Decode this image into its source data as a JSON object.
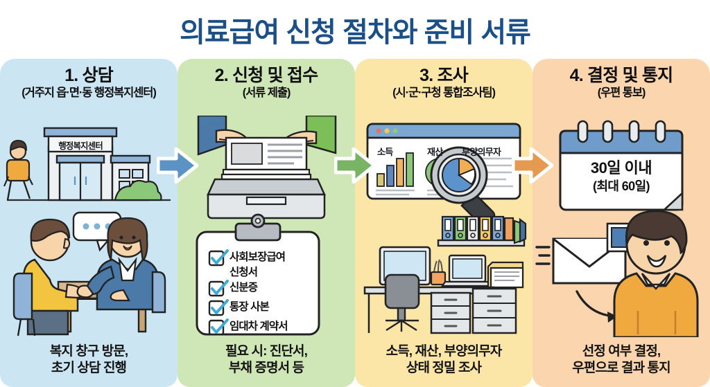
{
  "title": "의료급여 신청 절차와 준비 서류",
  "theme": {
    "title_color": "#1a4f87",
    "panel1_bg": "#cbe6f2",
    "panel2_bg": "#cfe6b6",
    "panel3_bg": "#fbe6a8",
    "panel4_bg": "#fad5ae",
    "arrow1_color": "#5b93c4",
    "arrow2_color": "#79b465",
    "arrow3_color": "#e59a4f"
  },
  "steps": [
    {
      "number": "1.",
      "title": "1. 상담",
      "subtitle": "(거주지 읍·면·동 행정복지센터)",
      "caption": "복지 창구 방문,\n초기 상담 진행",
      "caption_line1": "복지 창구 방문,",
      "caption_line2": "초기 상담 진행",
      "building_sign": "행정복지센터",
      "illustration": "consultation-scene"
    },
    {
      "number": "2.",
      "title": "2. 신청 및 접수",
      "subtitle": "(서류 제출)",
      "caption_line1": "필요 시: 진단서,",
      "caption_line2": "부채 증명서 등",
      "illustration": "document-submission",
      "checklist": [
        {
          "label_line1": "사회보장급여",
          "label_line2": "신청서",
          "checked": true
        },
        {
          "label_line1": "신분증",
          "label_line2": "",
          "checked": true
        },
        {
          "label_line1": "통장 사본",
          "label_line2": "",
          "checked": true
        },
        {
          "label_line1": "임대차 계약서",
          "label_line2": "",
          "checked": true
        }
      ]
    },
    {
      "number": "3.",
      "title": "3. 조사",
      "subtitle": "(시·군·구청 통합조사팀)",
      "caption_line1": "소득, 재산, 부양의무자",
      "caption_line2": "상태 정밀 조사",
      "illustration": "office-desk-scene",
      "dashboard_labels": [
        "소득",
        "재산",
        "부양의무자"
      ]
    },
    {
      "number": "4.",
      "title": "4. 결정 및 통지",
      "subtitle": "(우편 통보)",
      "caption_line1": "선정 여부 결정,",
      "caption_line2": "우편으로 결과 통지",
      "illustration": "mail-delivery-scene",
      "calendar_line1": "30일 이내",
      "calendar_line2": "(최대 60일)"
    }
  ]
}
